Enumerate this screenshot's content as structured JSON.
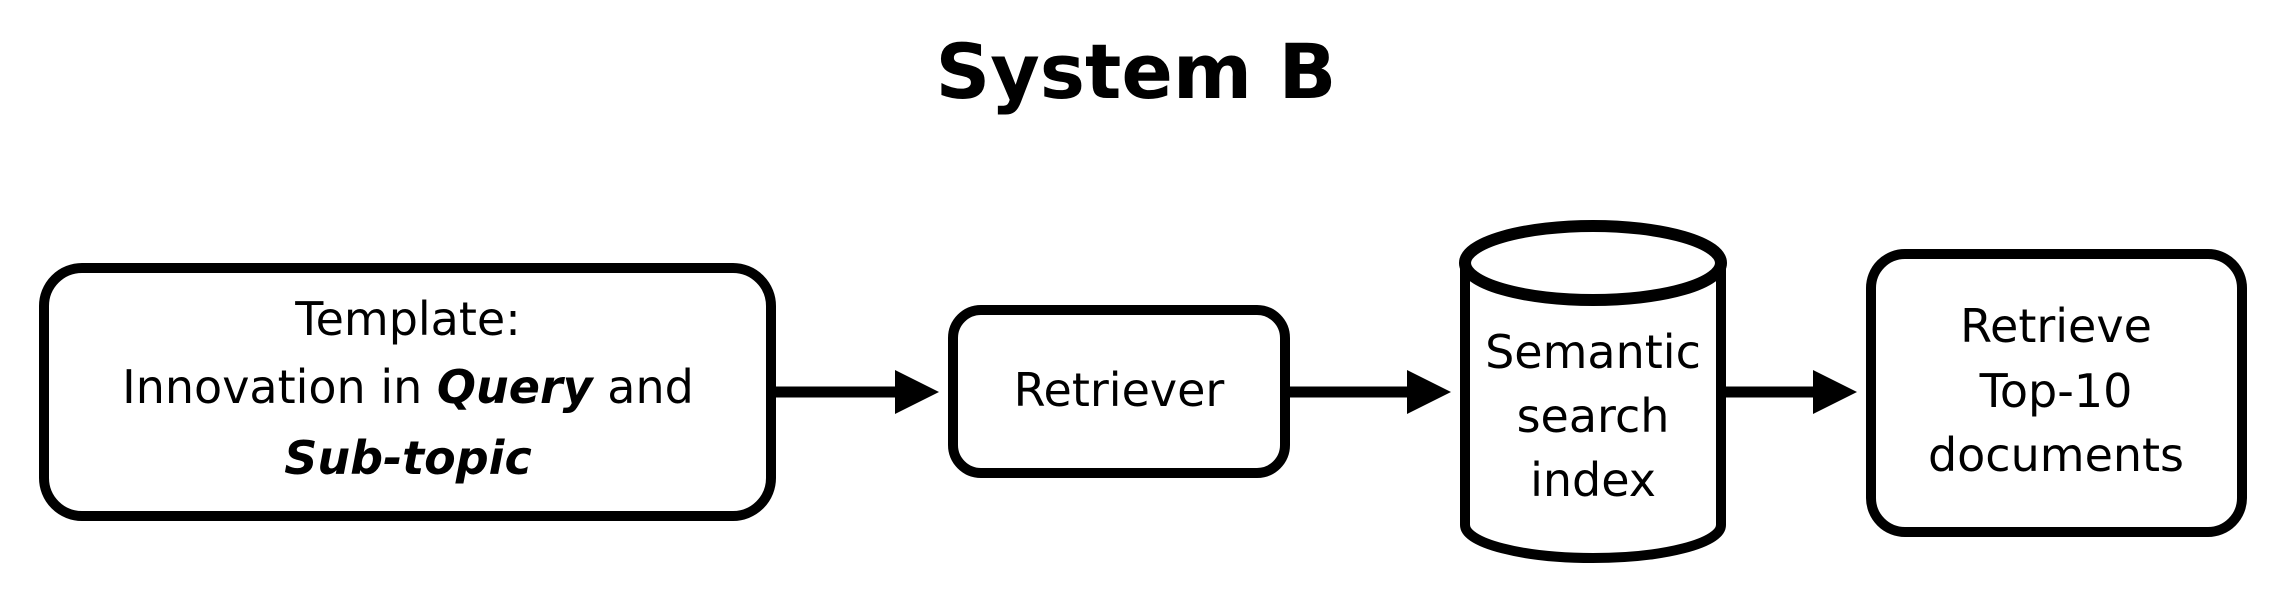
{
  "title": "System B",
  "nodes": {
    "template": {
      "line1": "Template:",
      "line2_prefix": "Innovation in ",
      "line2_emph": "Query",
      "line2_suffix": " and",
      "line3_emph": "Sub-topic"
    },
    "retriever": {
      "label": "Retriever"
    },
    "index": {
      "line1": "Semantic",
      "line2": "search",
      "line3": "index"
    },
    "output": {
      "line1": "Retrieve",
      "line2": "Top-10",
      "line3": "documents"
    }
  }
}
